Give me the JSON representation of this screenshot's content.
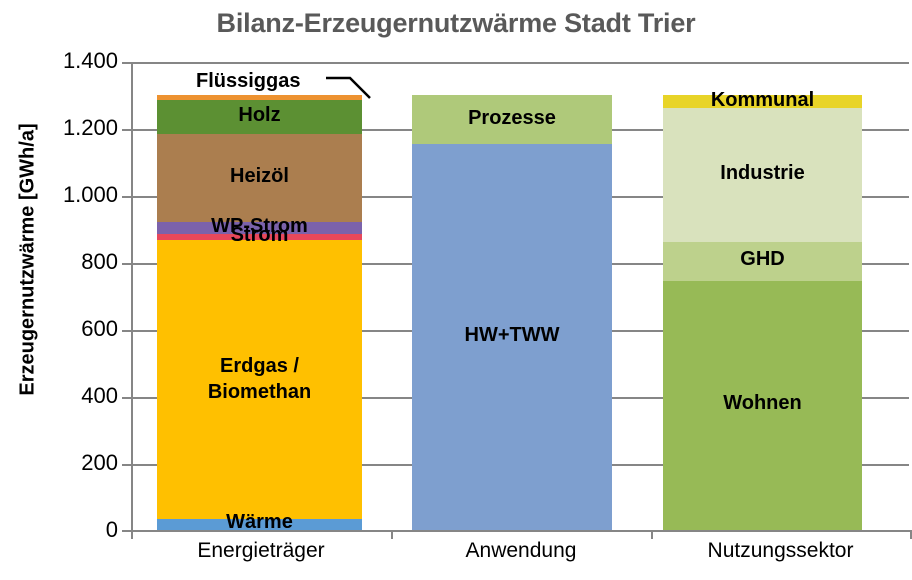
{
  "chart_data": {
    "type": "bar",
    "subtype": "stacked",
    "title": "Bilanz-Erzeugernutzwärme Stadt Trier",
    "xlabel": "",
    "ylabel": "Erzeugernutzwärme [GWh/a]",
    "ylim": [
      0,
      1400
    ],
    "ytick_labels": [
      "1.400",
      "1.200",
      "1.000",
      "800",
      "600",
      "400",
      "200",
      "0"
    ],
    "ytick_values": [
      1400,
      1200,
      1000,
      800,
      600,
      400,
      200,
      0
    ],
    "grid": true,
    "legend": "none (in-bar data labels)",
    "categories": [
      "Energieträger",
      "Anwendung",
      "Nutzungssektor"
    ],
    "units": "GWh/a",
    "total_per_category": [
      1300,
      1300,
      1300
    ],
    "stacks": [
      {
        "category": "Energieträger",
        "segments": [
          {
            "name": "Wärme",
            "value": 33,
            "color": "#5B9BD5"
          },
          {
            "name": "Erdgas / Biomethan",
            "value": 835,
            "color": "#FFC000"
          },
          {
            "name": "Strom",
            "value": 17,
            "color": "#E8485B"
          },
          {
            "name": "WP-Strom",
            "value": 35,
            "color": "#7B62AB"
          },
          {
            "name": "Heizöl",
            "value": 265,
            "color": "#AB7E4F"
          },
          {
            "name": "Holz",
            "value": 100,
            "color": "#5C9033"
          },
          {
            "name": "Flüssiggas",
            "value": 15,
            "color": "#ED9230"
          }
        ]
      },
      {
        "category": "Anwendung",
        "segments": [
          {
            "name": "HW+TWW",
            "value": 1155,
            "color": "#7E9FCF"
          },
          {
            "name": "Prozesse",
            "value": 145,
            "color": "#AFC97A"
          }
        ]
      },
      {
        "category": "Nutzungssektor",
        "segments": [
          {
            "name": "Wohnen",
            "value": 745,
            "color": "#97BA56"
          },
          {
            "name": "GHD",
            "value": 117,
            "color": "#BDD18C"
          },
          {
            "name": "Industrie",
            "value": 400,
            "color": "#D9E2BD"
          },
          {
            "name": "Kommunal",
            "value": 38,
            "color": "#E8D428"
          }
        ]
      }
    ],
    "annotations": [
      {
        "name": "Flüssiggas",
        "text": "Flüssiggas",
        "points_to": "Energieträger top segment"
      }
    ]
  },
  "colors": {
    "title_text": "#595959",
    "axis_line": "#868686",
    "gridline": "#868686",
    "background": "#FFFFFF",
    "label_text": "#000000"
  }
}
